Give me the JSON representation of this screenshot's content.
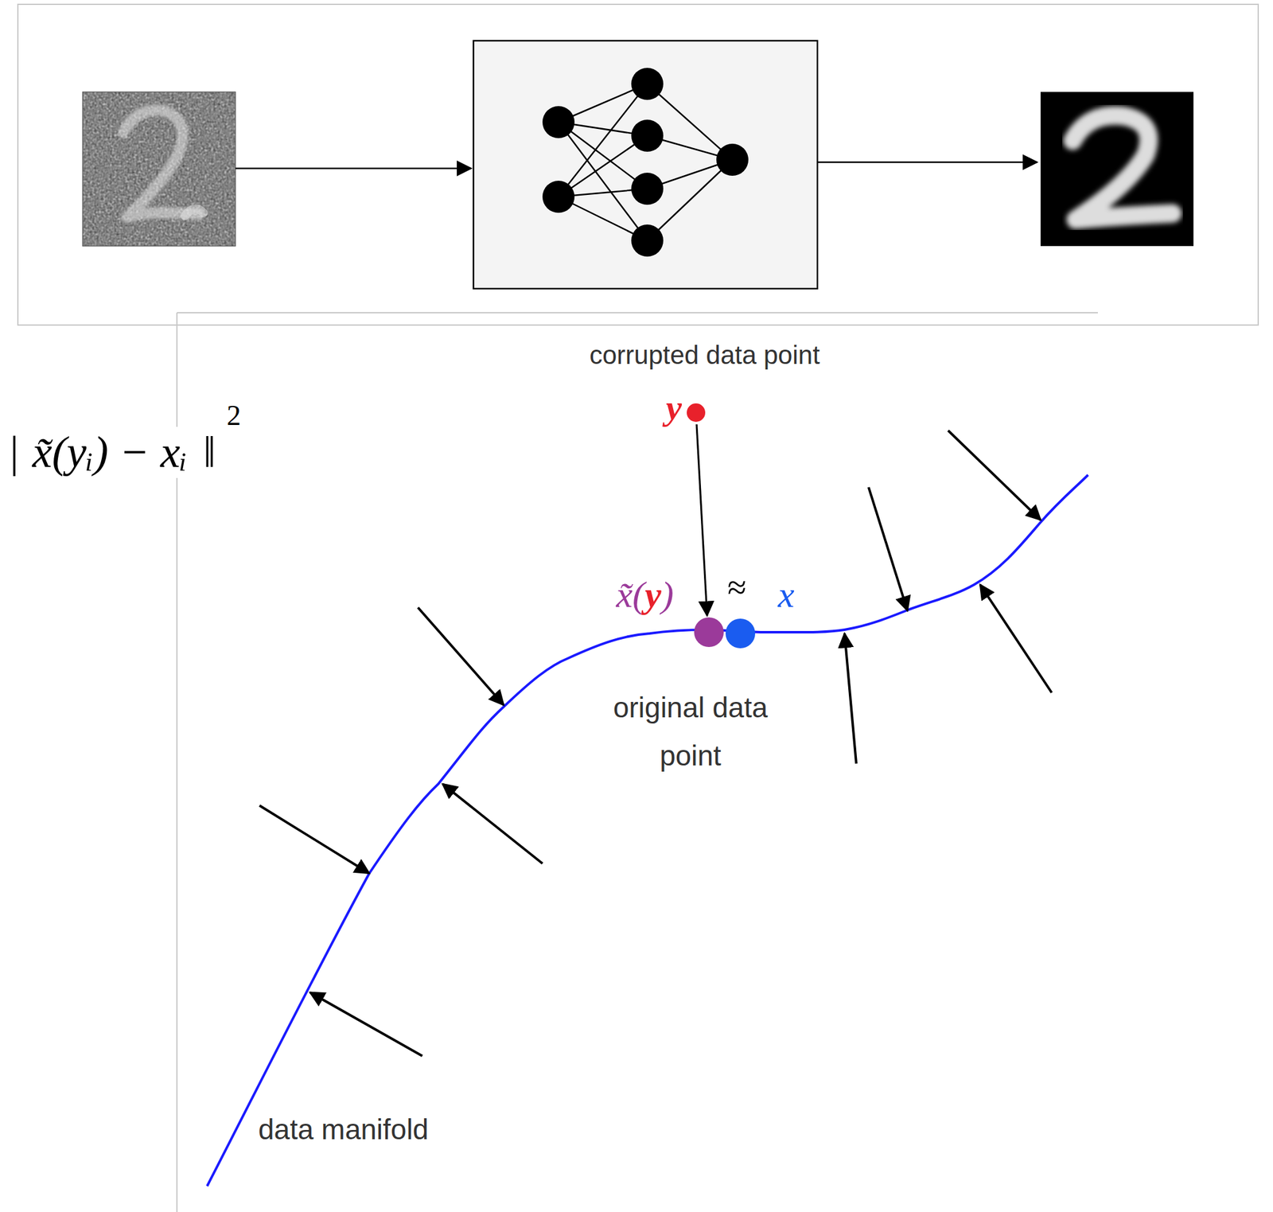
{
  "diagram": {
    "labels": [
      "|",
      "x̃(yᵢ) − xᵢ",
      "‖",
      "2",
      "corrupted data point",
      "y",
      "x̃(",
      "y",
      ")",
      "≈",
      "x",
      "original data point",
      "data manifold"
    ]
  }
}
